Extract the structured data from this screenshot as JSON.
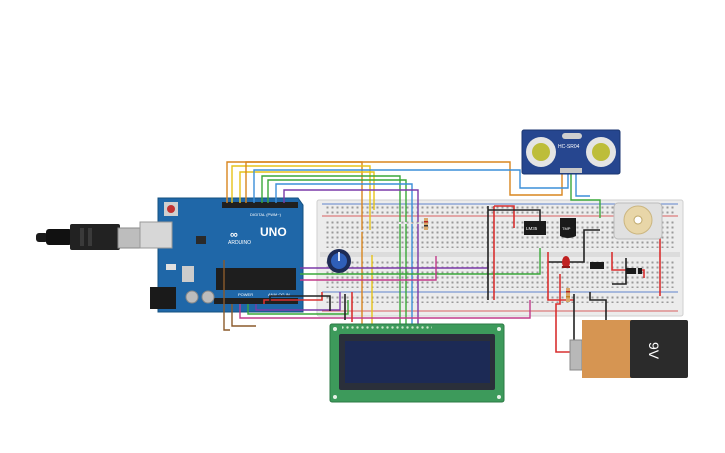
{
  "board": {
    "brand_symbol": "∞",
    "name": "ARDUINO",
    "model": "UNO",
    "digital_label": "DIGITAL (PWM~)",
    "power_label": "POWER",
    "analog_label": "ANALOG IN"
  },
  "ultrasonic": {
    "label": "HC-SR04"
  },
  "chips": {
    "regulator": "LM35",
    "sensor": "TMP"
  },
  "battery": {
    "label": "9V"
  },
  "colors": {
    "arduino": "#1f67a8",
    "breadboard": "#ececec",
    "lcd_board": "#3d9a5b",
    "lcd_screen": "#1c2a55",
    "sonar_board": "#26468f",
    "battery_body": "#d69552",
    "battery_cap": "#2b2b2b",
    "wire_orange": "#d9861e",
    "wire_yellow": "#e6c319",
    "wire_green": "#3aa83a",
    "wire_blue": "#3b8fd8",
    "wire_purple": "#7b3aa8",
    "wire_red": "#d93030",
    "wire_black": "#222222",
    "wire_brown": "#8b5a2b",
    "wire_magenta": "#c13a8a"
  }
}
